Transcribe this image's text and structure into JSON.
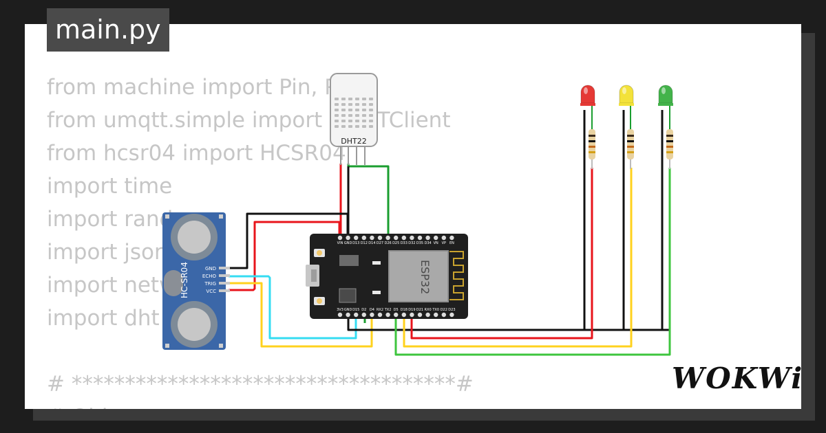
{
  "tab": {
    "filename": "main.py"
  },
  "code": {
    "lines": [
      "from machine import Pin, PWM",
      "from umqtt.simple import MQTTClient",
      "from hcsr04 import HCSR04",
      "import time",
      "import random",
      "import json",
      "import network",
      "import dht",
      "",
      "# ************************************#",
      "# Objects"
    ]
  },
  "components": {
    "dht": {
      "label": "DHT22"
    },
    "ultrasonic": {
      "label": "HC-SR04",
      "pins": [
        "GND",
        "ECHO",
        "TRIG",
        "VCC"
      ]
    },
    "esp32": {
      "label": "ESP32",
      "top_pins": [
        "VIN",
        "GND",
        "D13",
        "D12",
        "D14",
        "D27",
        "D26",
        "D25",
        "D33",
        "D32",
        "D35",
        "D34",
        "VN",
        "VP",
        "EN"
      ],
      "bottom_pins": [
        "3V3",
        "GND",
        "D15",
        "D2",
        "D4",
        "RX2",
        "TX2",
        "D5",
        "D18",
        "D19",
        "D21",
        "RX0",
        "TX0",
        "D22",
        "D23"
      ]
    },
    "leds": [
      {
        "name": "led-red",
        "color": "#e53935"
      },
      {
        "name": "led-yellow",
        "color": "#f3e23a"
      },
      {
        "name": "led-green",
        "color": "#43b34a"
      }
    ]
  },
  "colors": {
    "wire_black": "#111111",
    "wire_red": "#e8141b",
    "wire_green": "#1a9e2f",
    "wire_cyan": "#35dcf2",
    "wire_yellow": "#ffd21e",
    "wire_lime": "#3ec53e",
    "board": "#1f1f1f",
    "sensor_blue": "#3b67a8"
  },
  "brand": {
    "logo": "WOKWi"
  }
}
